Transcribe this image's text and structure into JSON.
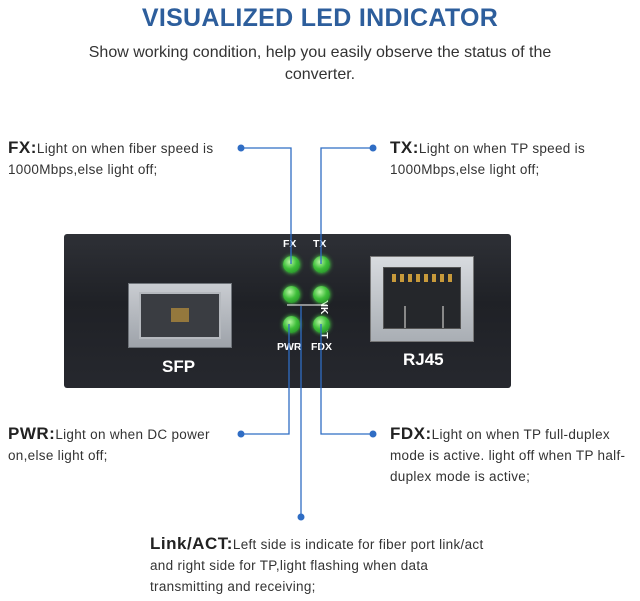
{
  "header": {
    "title": "VISUALIZED LED INDICATOR",
    "subtitle": "Show working condition, help you easily observe the status of the converter."
  },
  "notes": {
    "fx": {
      "key": "FX:",
      "text": "Light on when fiber speed is 1000Mbps,else light off;"
    },
    "tx": {
      "key": "TX:",
      "text": "Light on when TP speed is 1000Mbps,else light off;"
    },
    "pwr": {
      "key": "PWR:",
      "text": "Light on when DC power on,else light off;"
    },
    "fdx": {
      "key": "FDX:",
      "text": "Light on when TP full-duplex mode is active. light off when TP half-duplex mode is active;"
    },
    "link": {
      "key": "Link/ACT:",
      "text": "Left side is indicate for fiber port link/act and right side for TP,light flashing when data transmitting and receiving;"
    }
  },
  "device": {
    "sfp_label": "SFP",
    "rj45_label": "RJ45",
    "led_labels": {
      "fx": "FX",
      "tx": "TX",
      "pwr": "PWR",
      "fdx": "FDX",
      "link": "LINK ACT"
    }
  },
  "colors": {
    "title": "#2d5e9c",
    "leader": "#2f6dc4",
    "led": "#3fbf3a"
  }
}
